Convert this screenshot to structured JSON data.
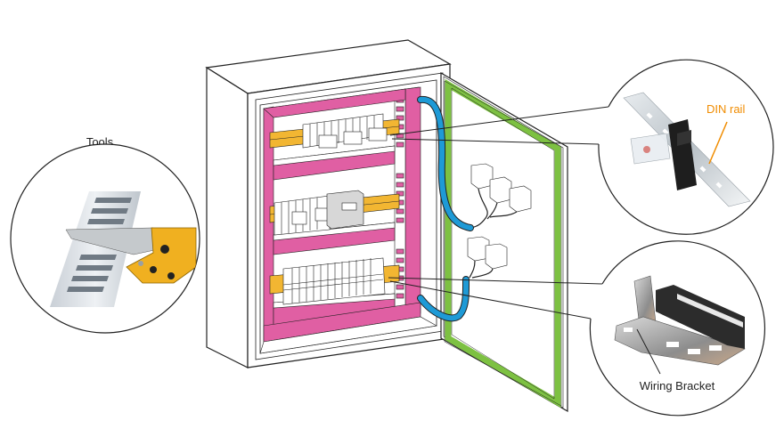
{
  "diagram": {
    "subject": "Control panel cabinet with open door",
    "callouts": [
      {
        "id": "tools",
        "label": "Tools",
        "description": "Cutter tool cutting a slotted wiring duct"
      },
      {
        "id": "din-rail",
        "label": "DIN rail",
        "description": "Relay module mounted on a DIN rail"
      },
      {
        "id": "wiring-bracket",
        "label": "Wiring Bracket",
        "description": "Metal wiring bracket holding terminal block"
      }
    ],
    "colors": {
      "wiring_duct": "#e05fa3",
      "din_rail": "#f2b632",
      "door_gasket": "#7dc142",
      "cable_sleeve": "#1e9ad6",
      "din_label": "#f08c00",
      "tool_body": "#f0b020",
      "outline": "#222222"
    }
  }
}
